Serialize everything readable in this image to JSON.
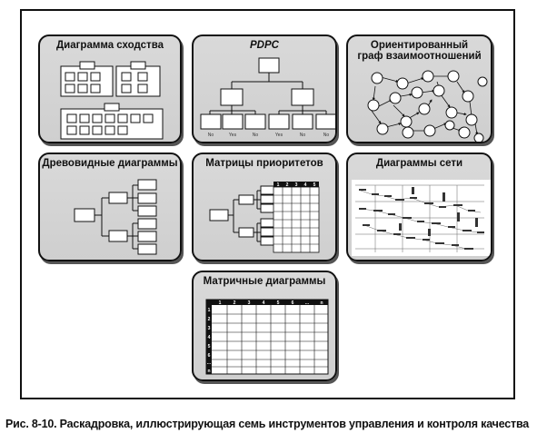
{
  "cards": {
    "affinity": {
      "title": "Диаграмма сходства"
    },
    "pdpc": {
      "title": "PDPC",
      "leaf_labels": [
        "No",
        "Yes",
        "No",
        "Yes",
        "No",
        "No"
      ]
    },
    "digraph": {
      "title_line1": "Ориентированный",
      "title_line2": "граф взаимоотношений"
    },
    "tree": {
      "title": "Древовидные диаграммы"
    },
    "prioritization": {
      "title": "Матрицы приоритетов",
      "col_headers": [
        "1",
        "2",
        "3",
        "4",
        "5"
      ]
    },
    "network": {
      "title": "Диаграммы сети"
    },
    "matrix": {
      "title": "Матричные диаграммы",
      "col_headers": [
        "1",
        "2",
        "3",
        "4",
        "5",
        "6",
        "...",
        "n"
      ],
      "row_headers": [
        "1",
        "2",
        "3",
        "4",
        "5",
        "6",
        "...",
        "n"
      ]
    }
  },
  "caption": "Рис. 8-10. Раскадровка, иллюстрирующая семь инструментов управления и контроля качества"
}
